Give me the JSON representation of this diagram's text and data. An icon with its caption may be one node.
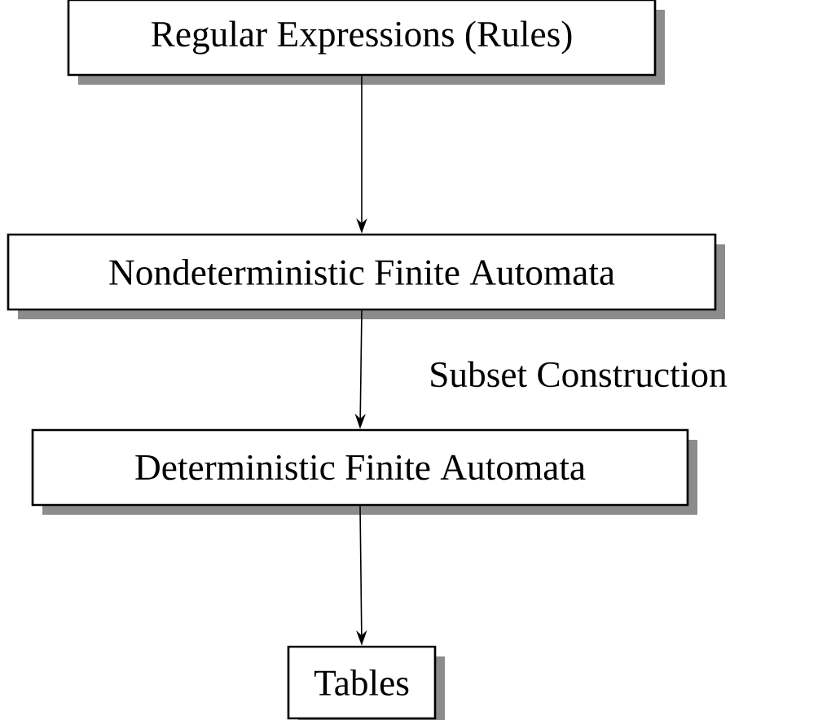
{
  "diagram": {
    "nodes": [
      {
        "text": [
          "Regular Expressions (Rules)"
        ]
      },
      {
        "text": [
          "Nondeterministic Finite Automata"
        ]
      },
      {
        "text": [
          "Deterministic Finite Automata"
        ]
      },
      {
        "text": [
          "Tables"
        ]
      }
    ],
    "edges": [
      {
        "from": 0,
        "to": 1,
        "arrow": "to"
      },
      {
        "from": 1,
        "to": 2,
        "arrow": "to",
        "label": "Subset Construction"
      },
      {
        "from": 2,
        "to": 3,
        "arrow": "to"
      }
    ]
  }
}
